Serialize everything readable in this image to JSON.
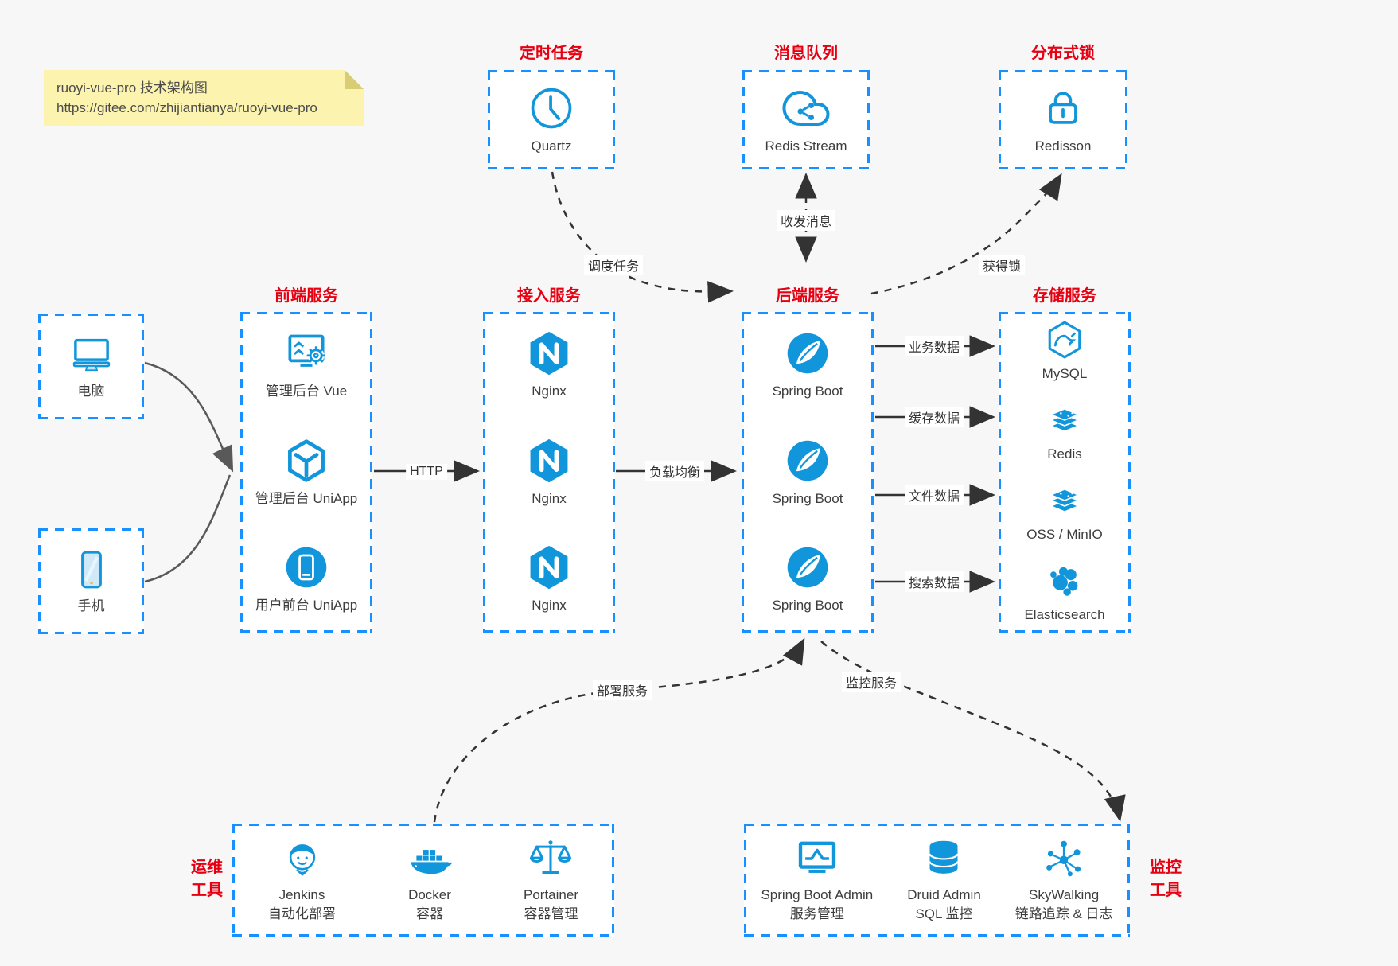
{
  "note": {
    "line1": "ruoyi-vue-pro 技术架构图",
    "line2": "https://gitee.com/zhijiantianya/ruoyi-vue-pro"
  },
  "colors": {
    "canvas_bg": "#f7f7f7",
    "box_bg": "#ffffff",
    "accent_blue": "#1890ff",
    "icon_blue": "#1296db",
    "title_red": "#e60012",
    "note_yellow": "#fbf3ae",
    "arrow_dark": "#333333",
    "arrow_gray": "#595959"
  },
  "groups": {
    "scheduler": {
      "title": "定时任务",
      "items": [
        {
          "label": "Quartz",
          "icon": "clock-icon"
        }
      ]
    },
    "mq": {
      "title": "消息队列",
      "items": [
        {
          "label": "Redis Stream",
          "icon": "cloud-share-icon"
        }
      ]
    },
    "lock": {
      "title": "分布式锁",
      "items": [
        {
          "label": "Redisson",
          "icon": "lock-icon"
        }
      ]
    },
    "clients": {
      "computer": {
        "label": "电脑",
        "icon": "computer-icon"
      },
      "phone": {
        "label": "手机",
        "icon": "phone-icon"
      }
    },
    "frontend": {
      "title": "前端服务",
      "items": [
        {
          "label": "管理后台 Vue",
          "icon": "admin-vue-icon"
        },
        {
          "label": "管理后台 UniApp",
          "icon": "cube-icon"
        },
        {
          "label": "用户前台 UniApp",
          "icon": "mobile-app-icon"
        }
      ]
    },
    "access": {
      "title": "接入服务",
      "items": [
        {
          "label": "Nginx",
          "icon": "nginx-icon"
        },
        {
          "label": "Nginx",
          "icon": "nginx-icon"
        },
        {
          "label": "Nginx",
          "icon": "nginx-icon"
        }
      ]
    },
    "backend": {
      "title": "后端服务",
      "items": [
        {
          "label": "Spring Boot",
          "icon": "spring-boot-icon"
        },
        {
          "label": "Spring Boot",
          "icon": "spring-boot-icon"
        },
        {
          "label": "Spring Boot",
          "icon": "spring-boot-icon"
        }
      ]
    },
    "storage": {
      "title": "存储服务",
      "items": [
        {
          "label": "MySQL",
          "icon": "mysql-icon"
        },
        {
          "label": "Redis",
          "icon": "redis-icon"
        },
        {
          "label": "OSS / MinIO",
          "icon": "storage-stack-icon"
        },
        {
          "label": "Elasticsearch",
          "icon": "elasticsearch-icon"
        }
      ]
    },
    "ops": {
      "title_line1": "运维",
      "title_line2": "工具",
      "items": [
        {
          "label": "Jenkins",
          "sublabel": "自动化部署",
          "icon": "jenkins-icon"
        },
        {
          "label": "Docker",
          "sublabel": "容器",
          "icon": "docker-icon"
        },
        {
          "label": "Portainer",
          "sublabel": "容器管理",
          "icon": "portainer-icon"
        }
      ]
    },
    "monitorTools": {
      "title_line1": "监控",
      "title_line2": "工具",
      "items": [
        {
          "label": "Spring Boot Admin",
          "sublabel": "服务管理",
          "icon": "admin-monitor-icon"
        },
        {
          "label": "Druid Admin",
          "sublabel": "SQL 监控",
          "icon": "database-icon"
        },
        {
          "label": "SkyWalking",
          "sublabel": "链路追踪 & 日志",
          "icon": "skywalking-icon"
        }
      ]
    }
  },
  "edges": {
    "http": "HTTP",
    "load_balance": "负载均衡",
    "schedule": "调度任务",
    "messages": "收发消息",
    "acquire_lock": "获得锁",
    "business_data": "业务数据",
    "cache_data": "缓存数据",
    "file_data": "文件数据",
    "search_data": "搜索数据",
    "deploy": "部署服务",
    "monitor": "监控服务"
  }
}
